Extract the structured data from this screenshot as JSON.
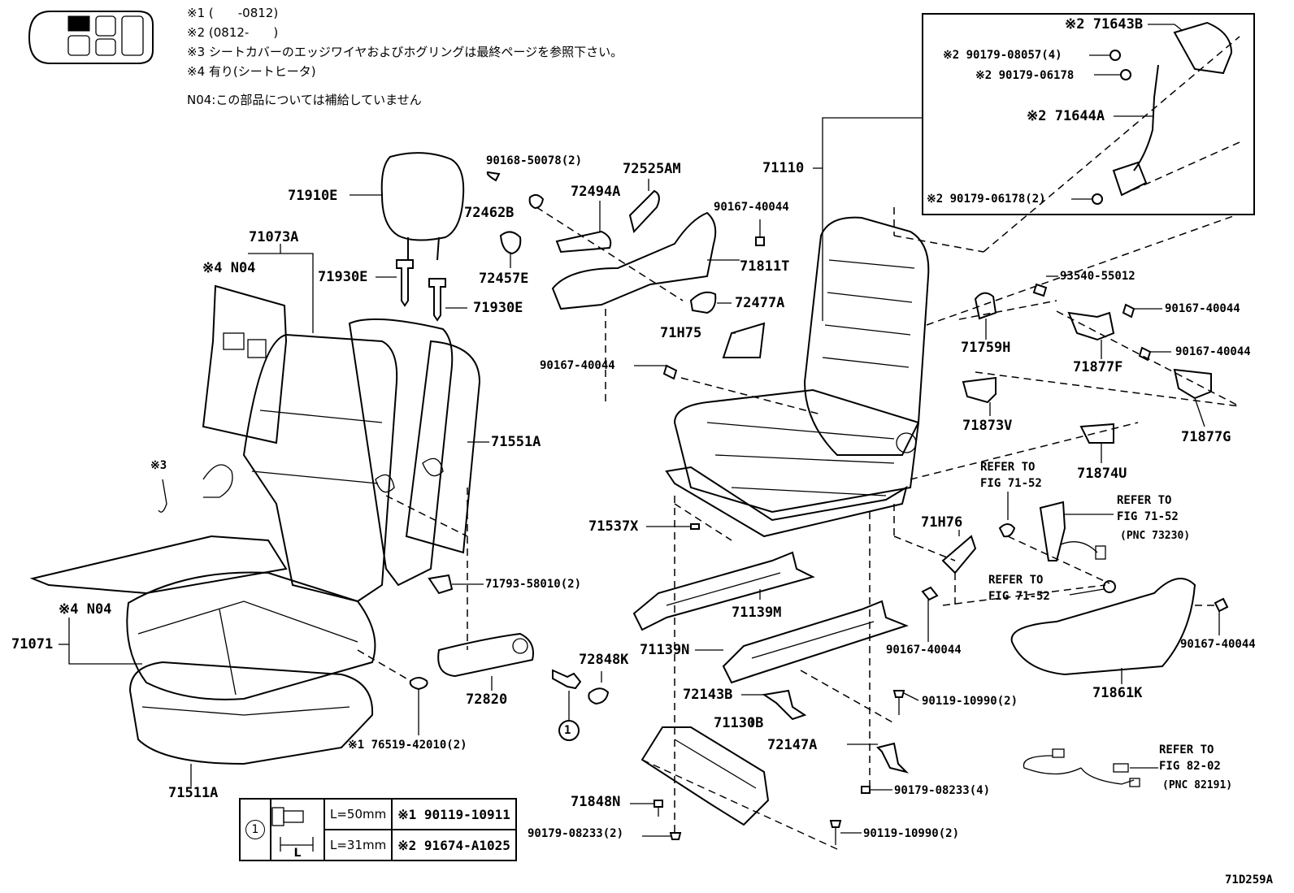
{
  "notes": {
    "n1": "※1 (　　-0812)",
    "n2": "※2 (0812-　　)",
    "n3": "※3 シートカバーのエッジワイヤおよびホグリングは最終ページを参照下さい。",
    "n4": "※4 有り(シートヒータ)",
    "n04": "N04:この部品については補給していません"
  },
  "parts": {
    "p71643B": "※2 71643B",
    "p90179_08057": "※2 90179-08057(4)",
    "p90179_06178": "※2 90179-06178",
    "p71644A": "※2 71644A",
    "p90179_06178_2": "※2 90179-06178(2)",
    "p71110": "71110",
    "p90168_50078": "90168-50078(2)",
    "p72525AM": "72525AM",
    "p72494A": "72494A",
    "p72462B": "72462B",
    "p90167_40044_a": "90167-40044",
    "p71910E": "71910E",
    "p71073A": "71073A",
    "n4_n04_a": "※4 N04",
    "p71930E_a": "71930E",
    "p71930E_b": "71930E",
    "p72457E": "72457E",
    "p71811T": "71811T",
    "p72477A": "72477A",
    "p93540_55012": "93540-55012",
    "p90167_40044_b": "90167-40044",
    "p71H75": "71H75",
    "p90167_40044_c": "90167-40044",
    "p90167_40044_d": "90167-40044",
    "p71759H": "71759H",
    "p71877F": "71877F",
    "p71873V": "71873V",
    "p71877G": "71877G",
    "p71551A": "71551A",
    "n3_mark": "※3",
    "p71874U": "71874U",
    "refer_71_52_a": "REFER TO",
    "refer_71_52_a2": "FIG 71-52",
    "refer_71_52_b": "REFER TO",
    "refer_71_52_b2": "FIG 71-52",
    "pnc_73230": "(PNC 73230)",
    "p71537X": "71537X",
    "p71H76": "71H76",
    "p71793_58010": "71793-58010(2)",
    "refer_71_52_c": "REFER TO",
    "refer_71_52_c2": "FIG 71-52",
    "p71139M": "71139M",
    "n4_n04_b": "※4 N04",
    "p71071": "71071",
    "p72848K": "72848K",
    "p71139N": "71139N",
    "p90167_40044_e": "90167-40044",
    "p90167_40044_f": "90167-40044",
    "p71861K": "71861K",
    "p72820": "72820",
    "p72143B": "72143B",
    "p90119_10990_a": "90119-10990(2)",
    "p71130B": "71130B",
    "p76519_42010": "※1 76519-42010(2)",
    "p72147A": "72147A",
    "refer_82_02": "REFER TO",
    "refer_82_02b": "FIG 82-02",
    "pnc_82191": "(PNC 82191)",
    "p71511A": "71511A",
    "p90179_08233_a": "90179-08233(4)",
    "p71848N": "71848N",
    "p90179_08233_b": "90179-08233(2)",
    "p90119_10990_b": "90119-10990(2)",
    "fig_id": "71D259A"
  },
  "fastener_table": {
    "ref": "1",
    "dim": "L",
    "rows": [
      {
        "length": "L=50mm",
        "part": "※1 90119-10911"
      },
      {
        "length": "L=31mm",
        "part": "※2 91674-A1025"
      }
    ]
  },
  "callout_ref": "1"
}
